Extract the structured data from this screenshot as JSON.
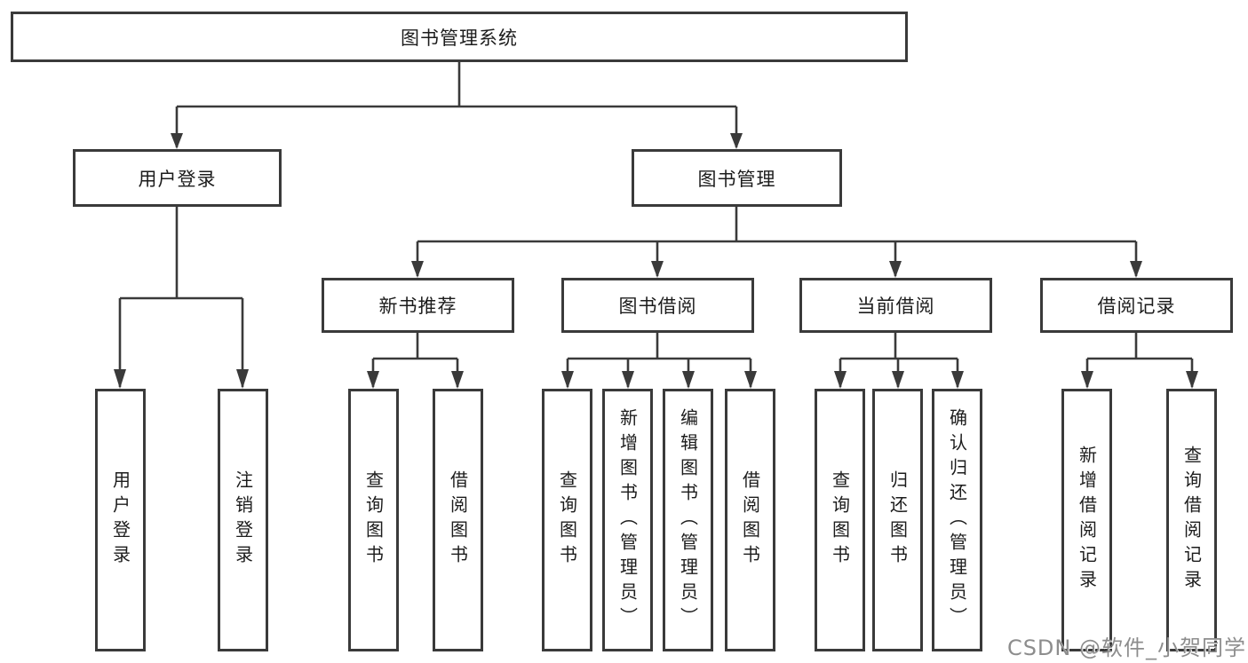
{
  "diagram": {
    "type": "hierarchy-tree",
    "title": "图书管理系统"
  },
  "tree": {
    "root": {
      "label": "图书管理系统",
      "children": [
        {
          "label": "用户登录",
          "children": [
            {
              "label": "用户登录"
            },
            {
              "label": "注销登录"
            }
          ]
        },
        {
          "label": "图书管理",
          "children": [
            {
              "label": "新书推荐",
              "children": [
                {
                  "label": "查询图书"
                },
                {
                  "label": "借阅图书"
                }
              ]
            },
            {
              "label": "图书借阅",
              "children": [
                {
                  "label": "查询图书"
                },
                {
                  "label": "新增图书（管理员）"
                },
                {
                  "label": "编辑图书（管理员）"
                },
                {
                  "label": "借阅图书"
                }
              ]
            },
            {
              "label": "当前借阅",
              "children": [
                {
                  "label": "查询图书"
                },
                {
                  "label": "归还图书"
                },
                {
                  "label": "确认归还（管理员）"
                }
              ]
            },
            {
              "label": "借阅记录",
              "children": [
                {
                  "label": "新增借阅记录"
                },
                {
                  "label": "查询借阅记录"
                }
              ]
            }
          ]
        }
      ]
    }
  },
  "watermark": {
    "text": "CSDN @软件_小贺同学"
  },
  "colors": {
    "line": "#3a3a3a",
    "box_border": "#3a3a3a",
    "text": "#1c1c1c",
    "background": "#ffffff",
    "watermark": "#8d8d8d"
  }
}
